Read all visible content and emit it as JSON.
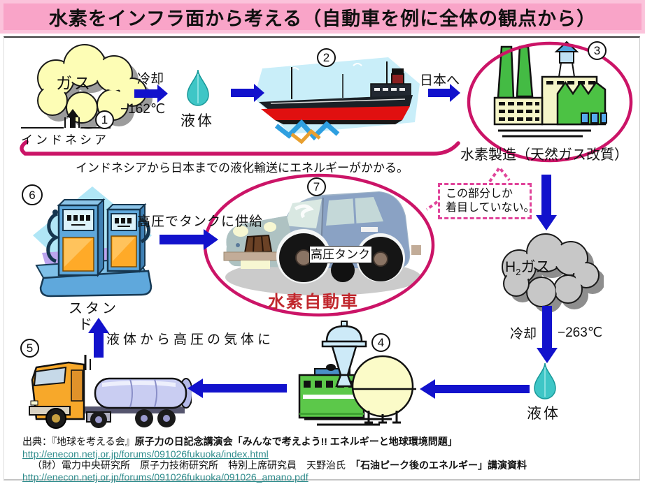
{
  "title": "水素をインフラ面から考える（自動車を例に全体の観点から）",
  "diagram": {
    "step1": {
      "num": "1",
      "cloud_label": "ガス",
      "place": "インドネシア"
    },
    "cool1": {
      "label": "冷却",
      "temp": "−162℃"
    },
    "liquid1": "液体",
    "step2": {
      "num": "2",
      "dest": "日本へ"
    },
    "step3": {
      "num": "3",
      "caption": "水素製造（天然ガス改質）"
    },
    "note": "インドネシアから日本までの液化輸送にエネルギーがかかる。",
    "callout": {
      "line1": "この部分しか",
      "line2": "着目していない。"
    },
    "h2cloud": {
      "base": "H",
      "sub": "2",
      "rest": "ガス"
    },
    "cool2": {
      "label": "冷却",
      "temp": "−263℃"
    },
    "liquid2": "液体",
    "step4": {
      "num": "4"
    },
    "step5": {
      "num": "5"
    },
    "gasify": "液体から高圧の気体に",
    "step6": {
      "num": "6",
      "label1": "スタン",
      "label2": "ド"
    },
    "supply": "高圧でタンクに供給",
    "step7": {
      "num": "7",
      "tank": "高圧タンク",
      "caption": "水素自動車"
    }
  },
  "colors": {
    "accent_pink": "#CB1467",
    "arrow_blue": "#1212CC",
    "link_teal": "#2E8B8B",
    "title_pink": "#F9A4C8"
  },
  "footer": {
    "line1_prefix": "出典：『地球を考える会』",
    "line1_bold": "原子力の日記念講演会「みんなで考えよう!! エネルギーと地球環境問題」",
    "link1": "http://enecon.netj.or.jp/forums/091026fukuoka/index.html",
    "line2_regular": "（財）電力中央研究所　原子力技術研究所　特別上席研究員　天野治氏　",
    "line2_bold": "「石油ピーク後のエネルギー」講演資料",
    "link2": "http://enecon.netj.or.jp/forums/091026fukuoka/091026_amano.pdf"
  }
}
